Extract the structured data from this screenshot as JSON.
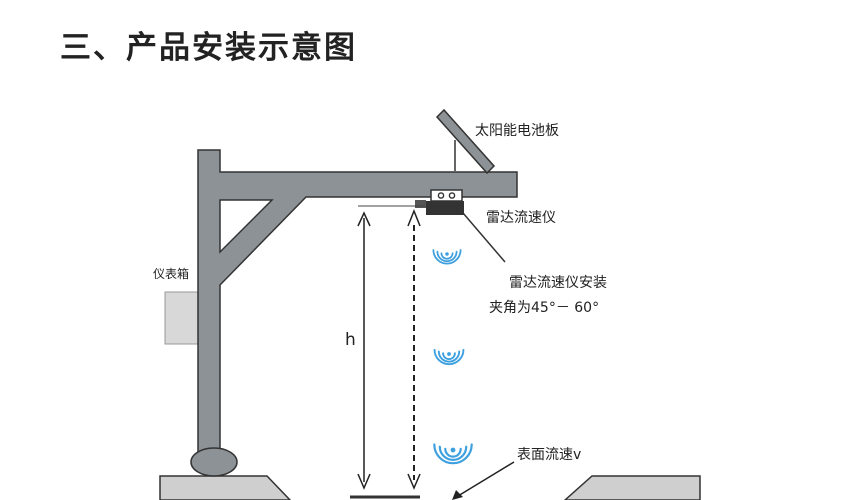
{
  "title": "三、产品安装示意图",
  "labels": {
    "solar_panel": "太阳能电池板",
    "radar_sensor": "雷达流速仪",
    "install_angle_line1": "雷达流速仪安装",
    "install_angle_line2": "夹角为45°－ 60°",
    "instrument_box": "仪表箱",
    "height": "h",
    "surface_velocity": "表面流速v"
  },
  "colors": {
    "structure": "#8c9295",
    "structure_outline": "#333333",
    "wave": "#3ea0de",
    "ground_fill": "#cfcfcf",
    "box_fill": "#d8d8d8",
    "text": "#222222"
  },
  "icons": [
    "radar-wave-icon",
    "arrow-icon"
  ]
}
